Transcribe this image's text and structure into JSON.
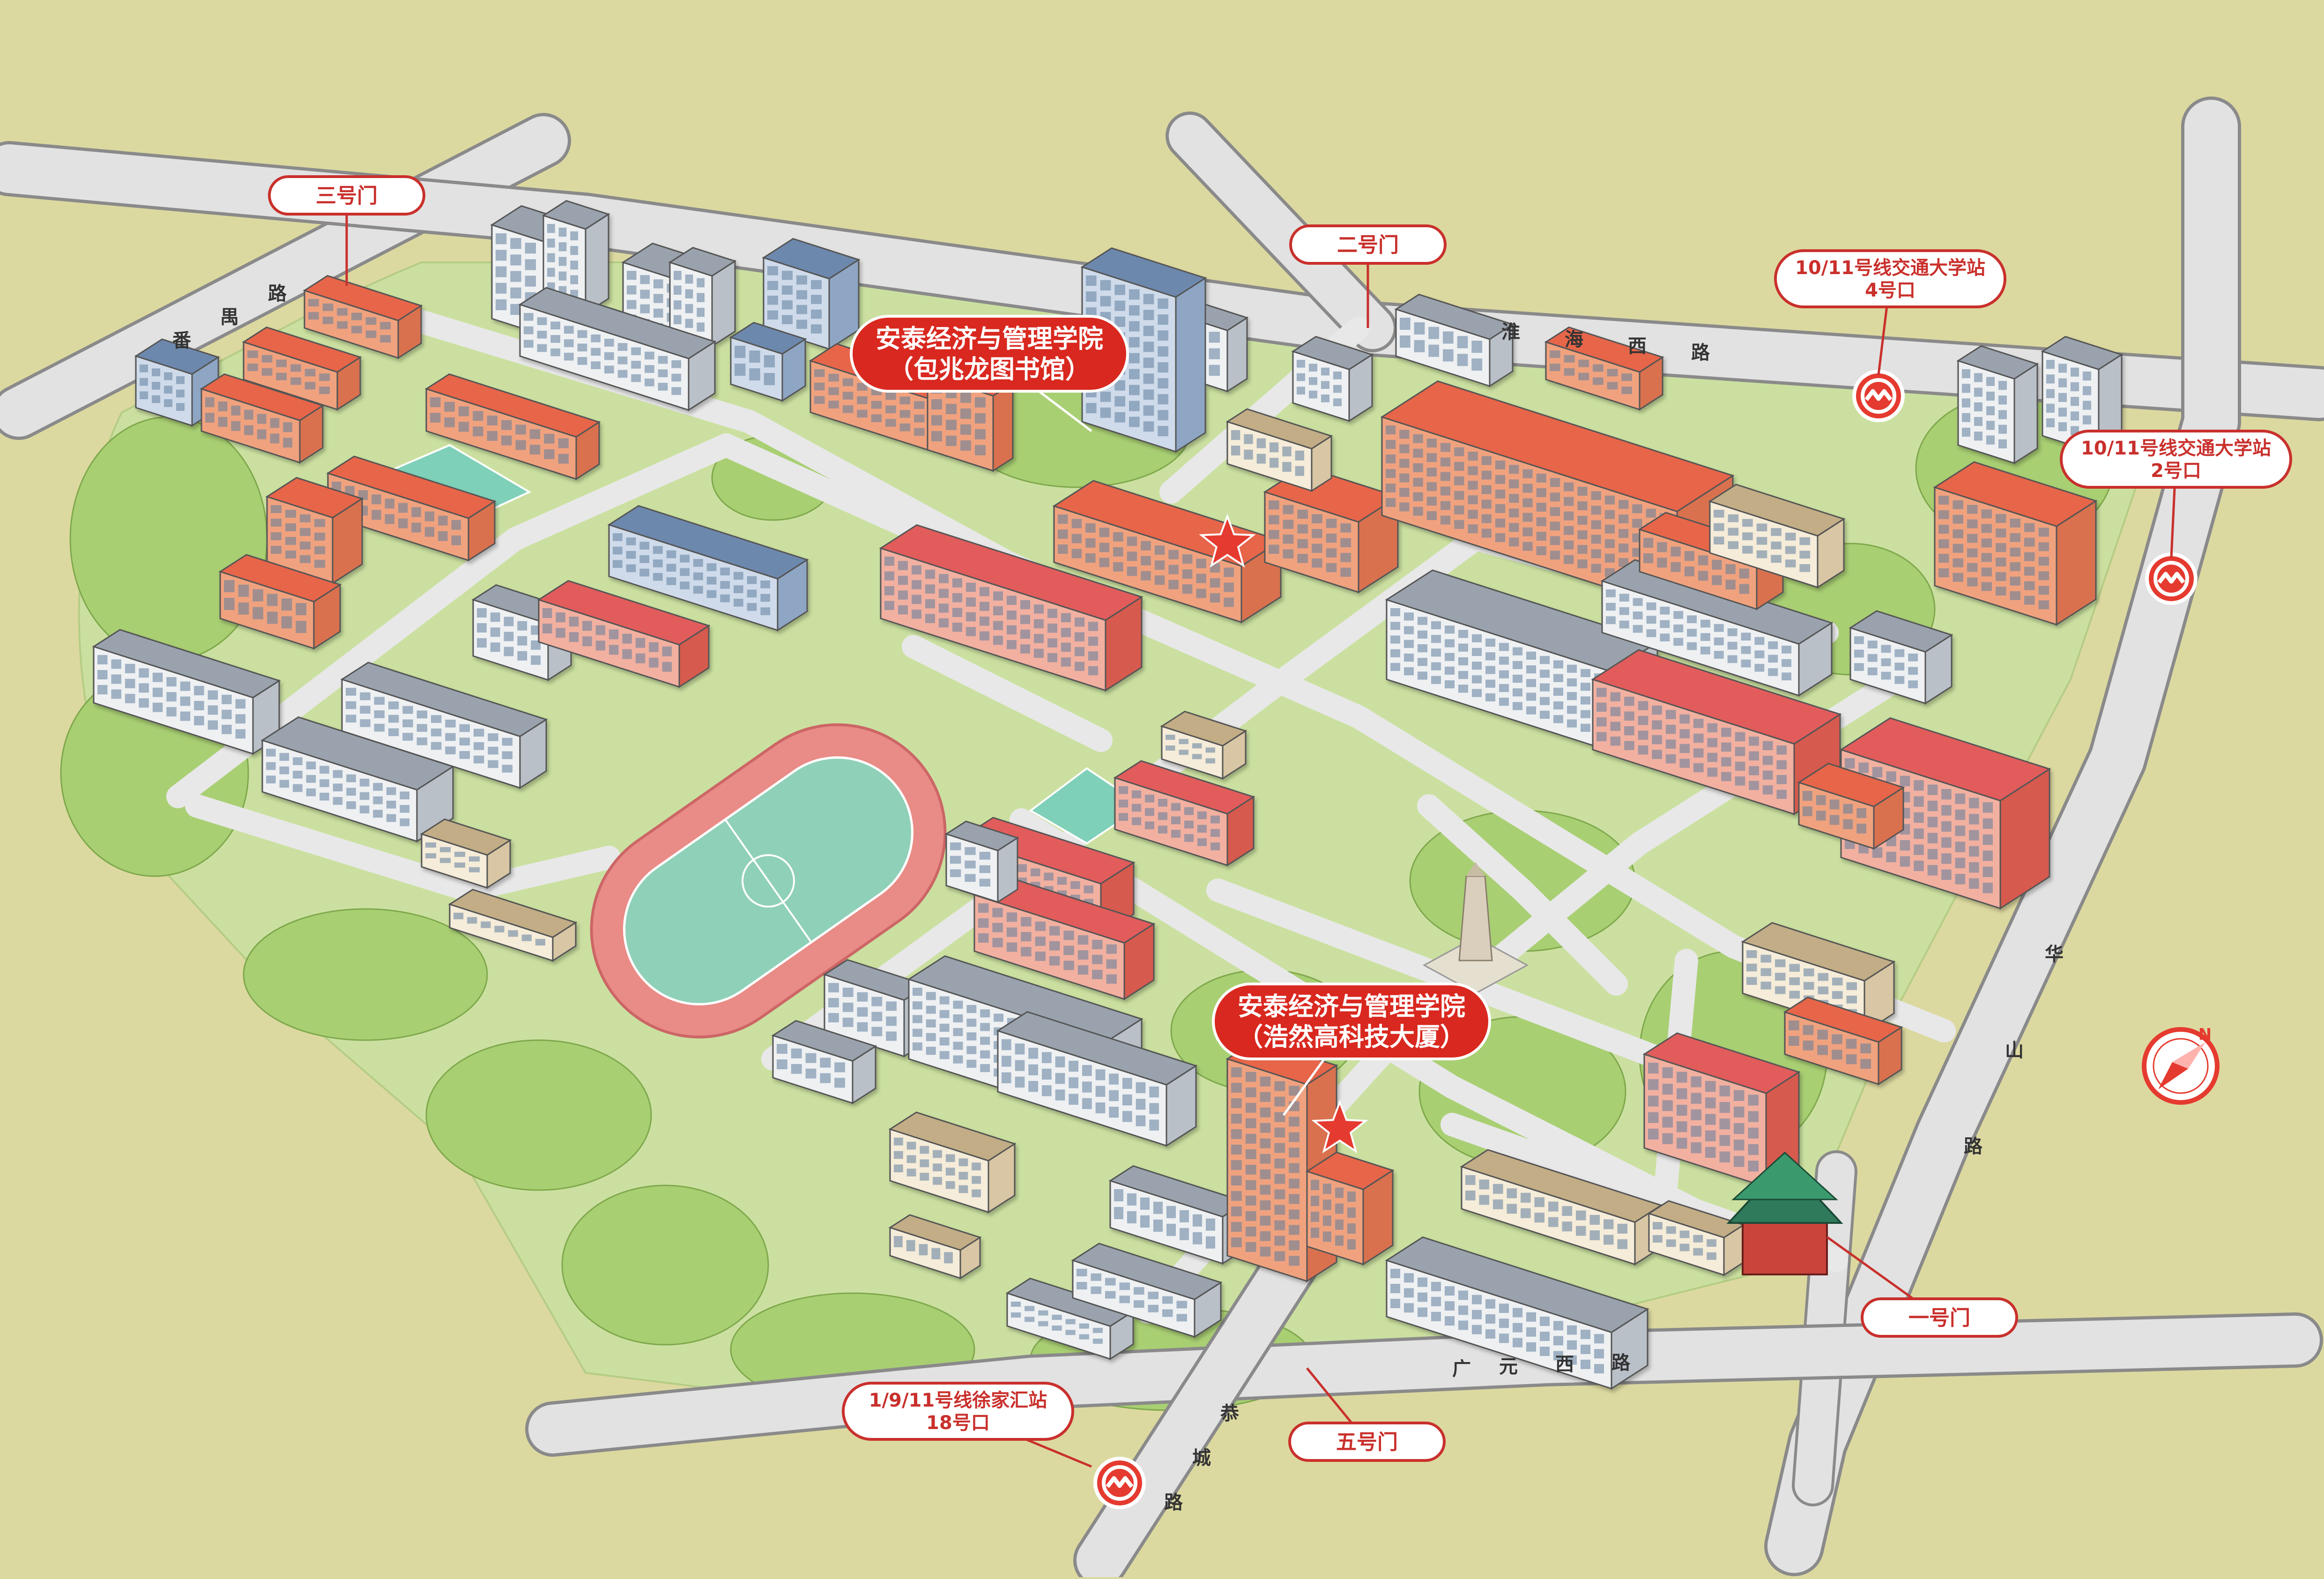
{
  "map": {
    "colors": {
      "background": "#dcd9a0",
      "campus": "#cfe0a0",
      "road": "#dfdfdf",
      "road_edge": "#9a9a9a",
      "track": "#e98b86",
      "field": "#8fd0b8",
      "accent_red": "#e53a2f",
      "callout_red": "#d9281f"
    },
    "gate_labels": {
      "gate3": "三号门",
      "gate2": "二号门",
      "gate1": "一号门",
      "gate5": "五号门"
    },
    "metro_labels": {
      "exit4": [
        "10/11号线交通大学站",
        "4号口"
      ],
      "exit2": [
        "10/11号线交通大学站",
        "2号口"
      ],
      "exit18": [
        "1/9/11号线徐家汇站",
        "18号口"
      ]
    },
    "highlight_labels": {
      "library": [
        "安泰经济与管理学院",
        "（包兆龙图书馆）"
      ],
      "haoran": [
        "安泰经济与管理学院",
        "（浩然高科技大厦）"
      ]
    },
    "street_names": {
      "panyu": [
        "番",
        "禺",
        "路"
      ],
      "huaihai": [
        "淮",
        "海",
        "西",
        "路"
      ],
      "huashan": [
        "华",
        "山",
        "路"
      ],
      "guangyuan": [
        "广",
        "元",
        "西",
        "路"
      ],
      "gongcheng": [
        "恭",
        "城",
        "路"
      ]
    },
    "compass": {
      "north": "N"
    },
    "icons": [
      "metro-icon",
      "star-marker-icon",
      "compass-icon"
    ]
  }
}
